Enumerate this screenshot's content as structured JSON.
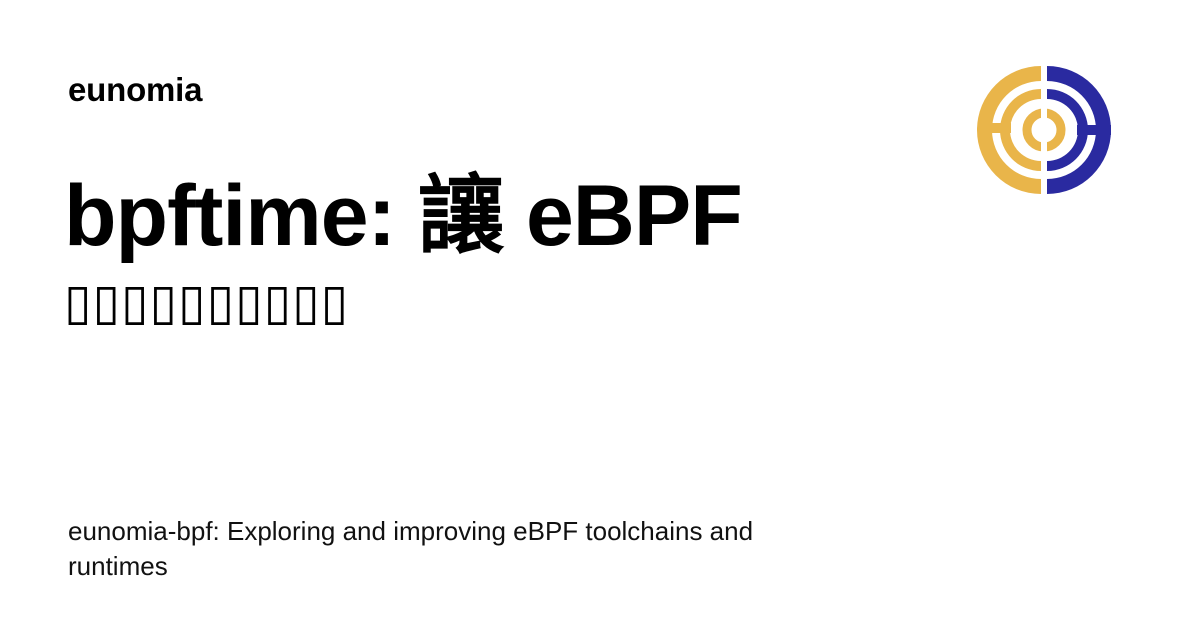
{
  "site": {
    "name": "eunomia"
  },
  "article": {
    "title_line1": "bpftime: 讓 eBPF",
    "title_line2": "▯▯▯▯▯▯▯▯▯▯",
    "description": "eunomia-bpf: Exploring and improving eBPF toolchains and runtimes"
  },
  "logo": {
    "icon": "eunomia-logo-icon",
    "colors": {
      "left": "#E9B54A",
      "right": "#2A2AA0"
    }
  }
}
